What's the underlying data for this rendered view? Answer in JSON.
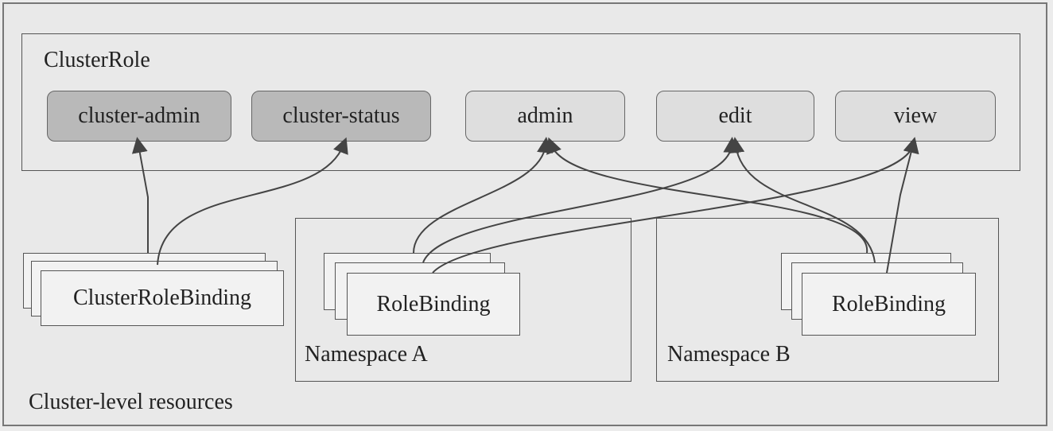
{
  "cluster_label": "Cluster-level resources",
  "clusterrole": {
    "title": "ClusterRole",
    "roles": [
      {
        "label": "cluster-admin",
        "style": "dark"
      },
      {
        "label": "cluster-status",
        "style": "dark"
      },
      {
        "label": "admin",
        "style": "light"
      },
      {
        "label": "edit",
        "style": "light"
      },
      {
        "label": "view",
        "style": "light"
      }
    ]
  },
  "clusterrolebinding": {
    "label": "ClusterRoleBinding"
  },
  "namespace_a": {
    "title": "Namespace A",
    "binding_label": "RoleBinding"
  },
  "namespace_b": {
    "title": "Namespace B",
    "binding_label": "RoleBinding"
  },
  "colors": {
    "dark_role": "#b9b9b9",
    "light_role": "#dedede",
    "line": "#444444"
  }
}
